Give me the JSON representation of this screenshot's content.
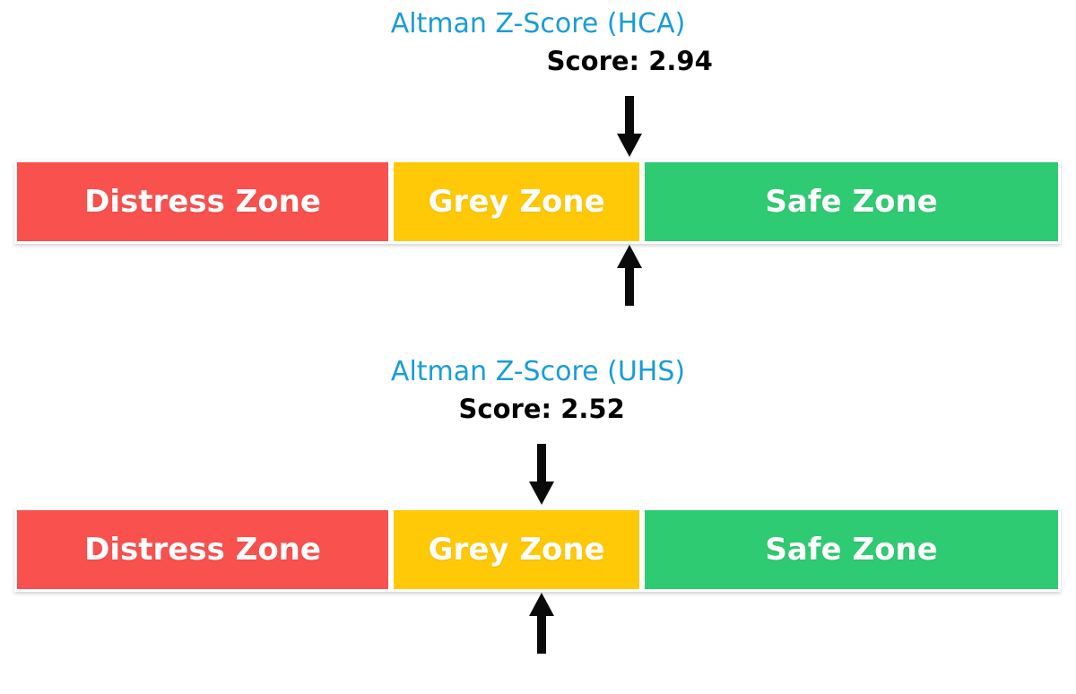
{
  "colors": {
    "background": "#FFFFFF",
    "title_text": "#1A9CD8",
    "score_text": "#000000",
    "arrow": "#0A0A0A",
    "zone_border": "#FFFFFF",
    "distress_zone": "#F8514E",
    "grey_zone": "#FFC908",
    "safe_zone": "#2FCB72"
  },
  "chart_data": [
    {
      "type": "bar",
      "orientation": "horizontal",
      "title": "Altman Z-Score (HCA)",
      "axis_range": [
        0,
        5
      ],
      "grid": false,
      "legend": false,
      "zones": [
        {
          "label": "Distress Zone",
          "start": 0,
          "end": 1.8,
          "color": "#F8514E"
        },
        {
          "label": "Grey Zone",
          "start": 1.8,
          "end": 3.0,
          "color": "#FFC908"
        },
        {
          "label": "Safe Zone",
          "start": 3.0,
          "end": 5.0,
          "color": "#2FCB72"
        }
      ],
      "marker": {
        "value": 2.94,
        "label": "Score: 2.94",
        "zone": "Grey Zone"
      }
    },
    {
      "type": "bar",
      "orientation": "horizontal",
      "title": "Altman Z-Score (UHS)",
      "axis_range": [
        0,
        5
      ],
      "grid": false,
      "legend": false,
      "zones": [
        {
          "label": "Distress Zone",
          "start": 0,
          "end": 1.8,
          "color": "#F8514E"
        },
        {
          "label": "Grey Zone",
          "start": 1.8,
          "end": 3.0,
          "color": "#FFC908"
        },
        {
          "label": "Safe Zone",
          "start": 3.0,
          "end": 5.0,
          "color": "#2FCB72"
        }
      ],
      "marker": {
        "value": 2.52,
        "label": "Score: 2.52",
        "zone": "Grey Zone"
      }
    }
  ]
}
